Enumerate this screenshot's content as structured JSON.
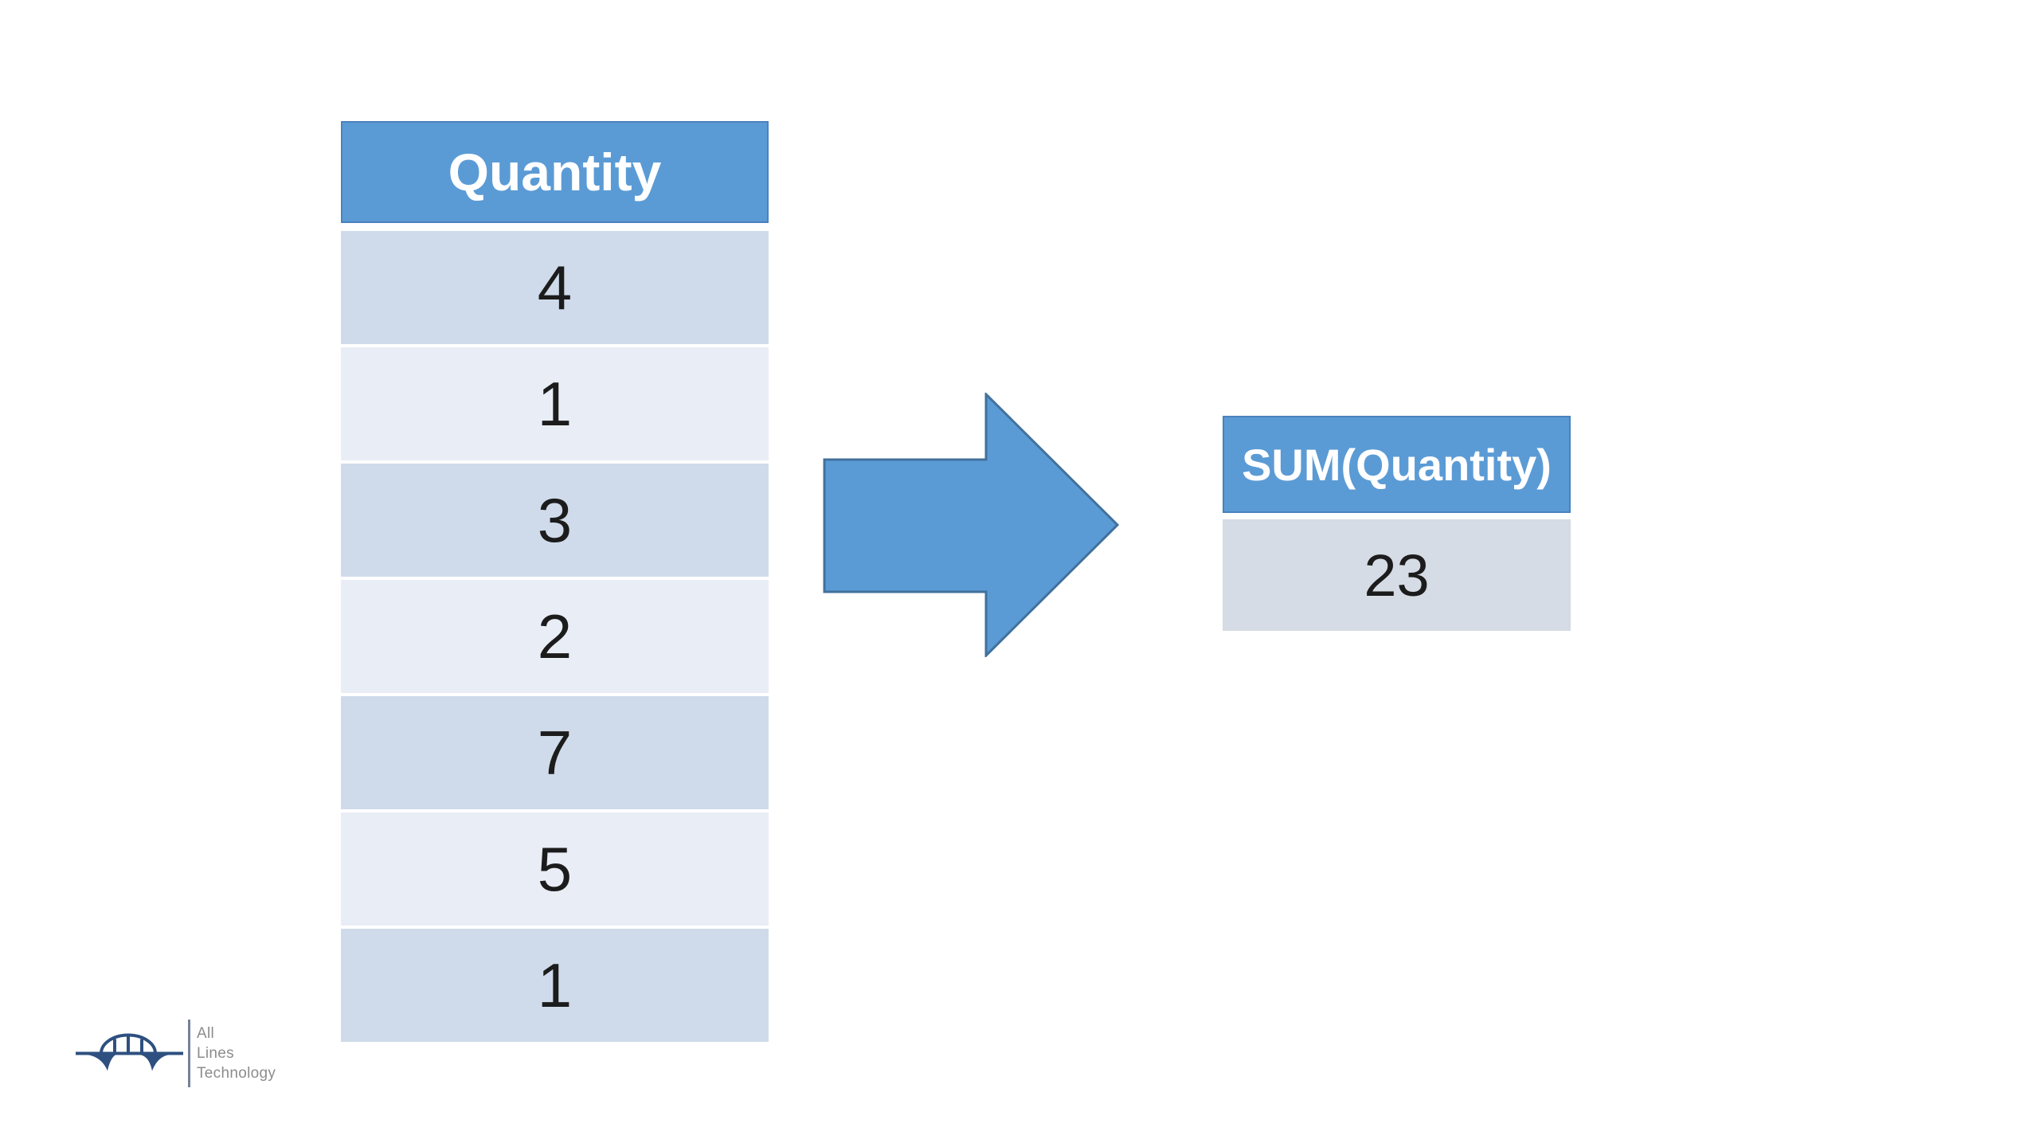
{
  "quantity_table": {
    "header": "Quantity",
    "rows": [
      "4",
      "1",
      "3",
      "2",
      "7",
      "5",
      "1"
    ]
  },
  "sum_table": {
    "header": "SUM(Quantity)",
    "value": "23"
  },
  "arrow": {
    "direction": "right",
    "meaning": "aggregation from Quantity column to SUM result"
  },
  "logo": {
    "line1": "All",
    "line2": "Lines",
    "line3": "Technology"
  },
  "colors": {
    "page_bg": "#ffffff",
    "header_blue": "#5b9bd5",
    "header_edge": "#4b82bd",
    "row_dark": "#cfdbea",
    "row_light": "#e9edf5",
    "sum_body": "#d6dce5",
    "arrow_fill": "#5b9bd5",
    "arrow_border": "#41719c",
    "logo_blue": "#2e5080",
    "logo_divider": "#74839b",
    "logo_text": "#8c8c8c"
  }
}
